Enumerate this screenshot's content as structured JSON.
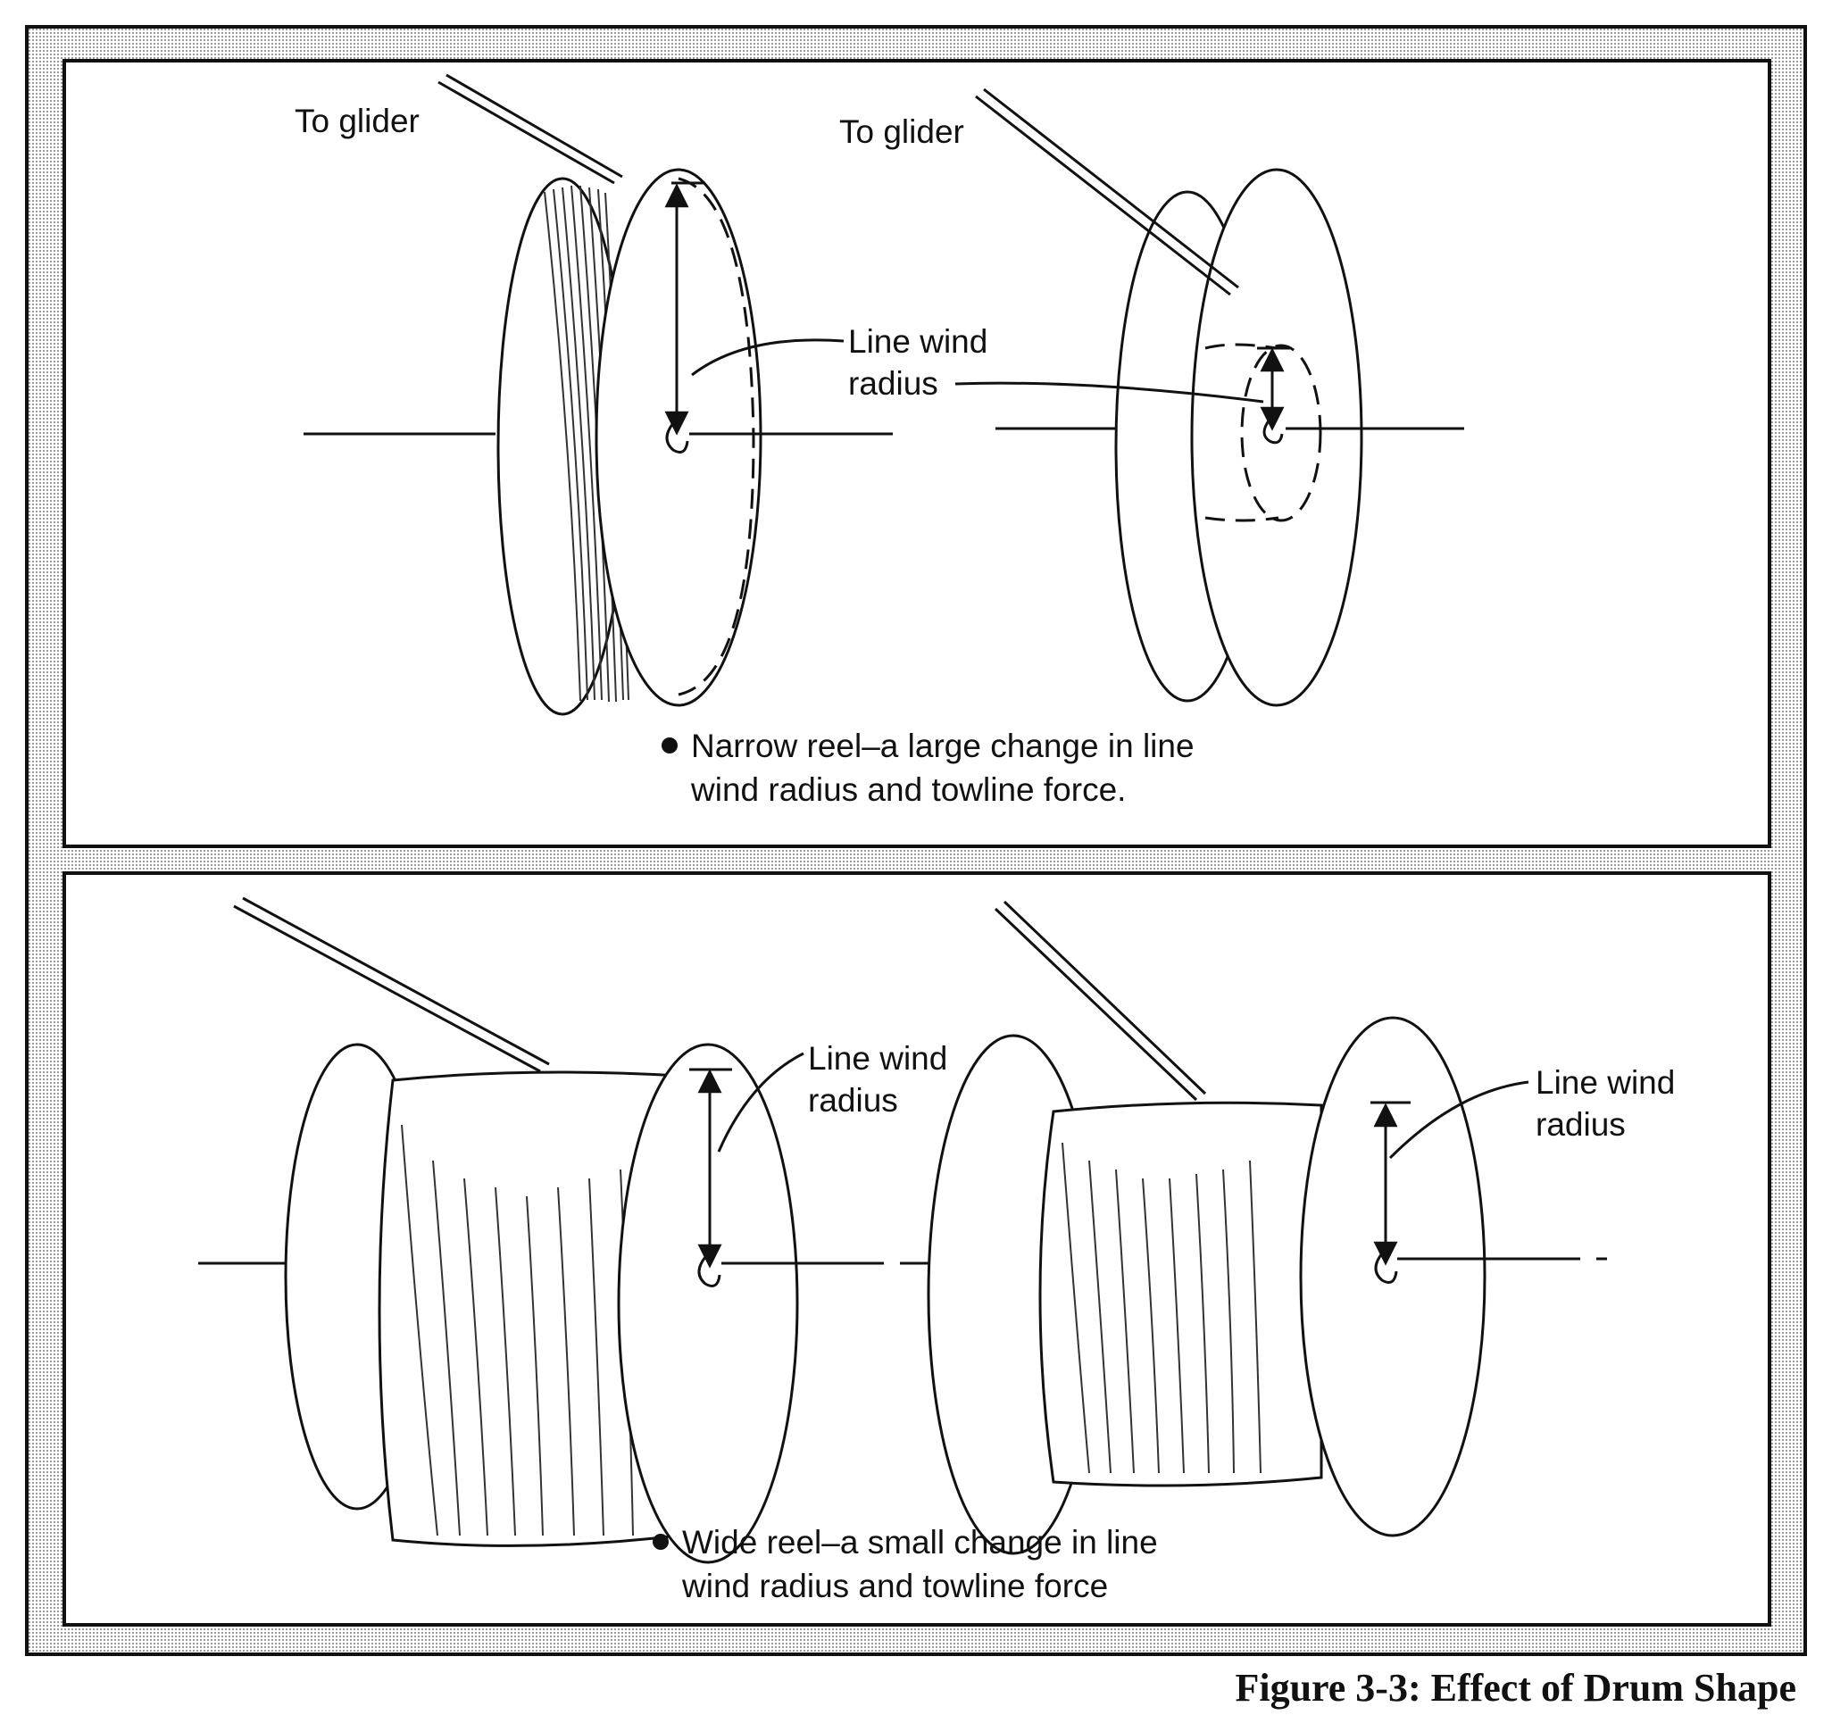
{
  "figure": {
    "caption": "Figure 3-3: Effect of Drum Shape",
    "top_panel": {
      "left_reel": {
        "to_glider_label": "To glider"
      },
      "right_reel": {
        "to_glider_label": "To glider"
      },
      "line_wind_radius_label": [
        "Line wind",
        "radius"
      ],
      "caption_lines": [
        "Narrow reel–a large change in line",
        "wind radius and towline force."
      ]
    },
    "bottom_panel": {
      "left_reel": {
        "line_wind_radius_label": [
          "Line wind",
          "radius"
        ]
      },
      "right_reel": {
        "line_wind_radius_label": [
          "Line wind",
          "radius"
        ]
      },
      "caption_lines": [
        "Wide reel–a small change in line",
        "wind radius and towline force"
      ]
    }
  }
}
